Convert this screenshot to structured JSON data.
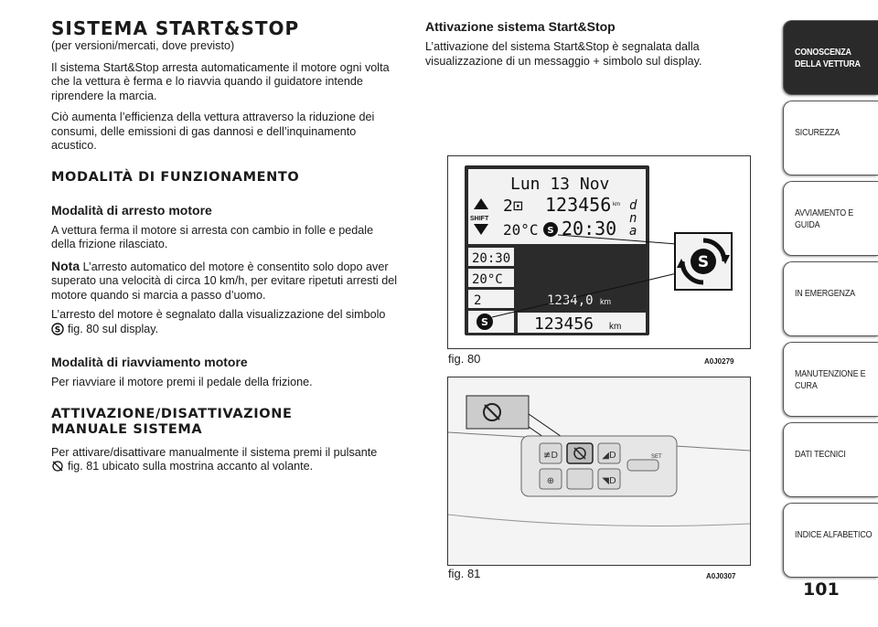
{
  "left": {
    "title": "SISTEMA START&STOP",
    "subtitle": "(per versioni/mercati, dove previsto)",
    "p1": "Il sistema Start&Stop arresta automaticamente il motore ogni volta che la vettura è ferma e lo riavvia quando il guidatore intende riprendere la marcia.",
    "p2": "Ciò aumenta l’efficienza della vettura attraverso la riduzione dei consumi, delle emissioni di gas dannosi e dell’inquinamento acustico.",
    "h_modalita": "MODALITÀ DI FUNZIONAMENTO",
    "h_arresto": "Modalità di arresto motore",
    "p_arresto": "A vettura ferma il motore si arresta con cambio in folle e pedale della frizione rilasciato.",
    "nota_label": "Nota",
    "nota_text": "L’arresto automatico del motore è consentito solo dopo aver superato una velocità di circa 10 km/h, per evitare ripetuti arresti del motore quando si marcia a passo d’uomo.",
    "p_segnalato": "L’arresto del motore è segnalato dalla visualizzazione del simbolo",
    "p_segnalato_ref": "fig. 80 sul display.",
    "h_riavvio": "Modalità di riavviamento motore",
    "p_riavvio": "Per riavviare il motore premi il pedale della frizione.",
    "h_attiv_1": "ATTIVAZIONE/DISATTIVAZIONE",
    "h_attiv_2": "MANUALE SISTEMA",
    "p_attiv": "Per attivare/disattivare manualmente il sistema premi il pulsante",
    "p_attiv_ref": "fig. 81 ubicato sulla mostrina accanto al volante."
  },
  "mid": {
    "title": "Attivazione sistema Start&Stop",
    "text": "L’attivazione del sistema Start&Stop è segnalata dalla visualizzazione di un messaggio + simbolo sul display."
  },
  "fig80": {
    "label": "fig. 80",
    "code": "A0J0279",
    "date": "Lun 13 Nov",
    "odo_top": "123456",
    "odo_unit": "km",
    "shift": "SHIFT",
    "temp": "20°C",
    "time": "20:30",
    "gears": [
      "d",
      "n",
      "a"
    ],
    "side_time": "20:30",
    "side_temp": "20°C",
    "side_gear": "2",
    "trip": "1234,0",
    "odo_bottom": "123456"
  },
  "fig81": {
    "label": "fig. 81",
    "code": "A0J0307",
    "set": "SET"
  },
  "tabs": [
    "CONOSCENZA DELLA VETTURA",
    "SICUREZZA",
    "AVVIAMENTO E GUIDA",
    "IN EMERGENZA",
    "MANUTENZIONE E CURA",
    "DATI TECNICI",
    "INDICE ALFABETICO"
  ],
  "page_number": "101"
}
